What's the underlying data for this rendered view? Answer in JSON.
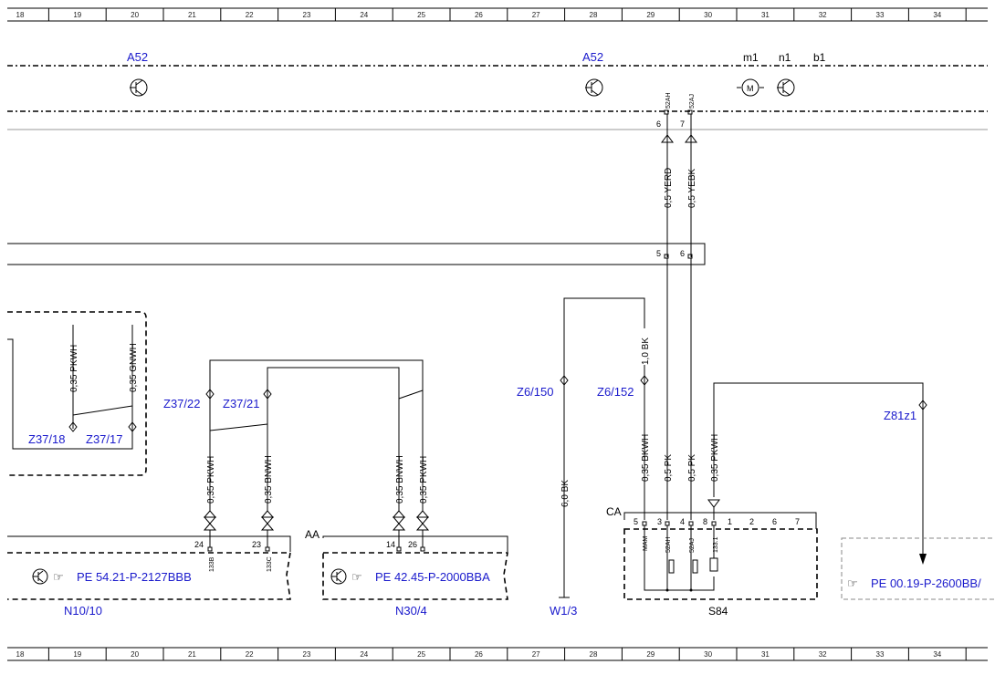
{
  "ruler": {
    "columns": [
      "18",
      "19",
      "20",
      "21",
      "22",
      "23",
      "24",
      "25",
      "26",
      "27",
      "28",
      "29",
      "30",
      "31",
      "32",
      "33",
      "34"
    ]
  },
  "top_bus": {
    "labels": {
      "a52_left": "A52",
      "a52_right": "A52",
      "m1": "m1",
      "n1": "n1",
      "b1": "b1"
    },
    "connector_codes": {
      "left": "52AH",
      "right": "52AJ"
    },
    "pins": {
      "left": "6",
      "right": "7"
    }
  },
  "wires": {
    "yerd": "0,5 YERD",
    "yebk": "0,5 YEBK",
    "pkwh_a": "0,35 PKWH",
    "gnwh": "0,35 GNWH",
    "pkwh_b": "0,35 PKWH",
    "bnwh_a": "0,35 BNWH",
    "bnwh_b": "0,35 BNWH",
    "pkwh_c": "0,35 PKWH",
    "bk_6": "6,0 BK",
    "bk_1": "1,0 BK",
    "bkwh": "0,35 BKWH",
    "pk_a": "0,5 PK",
    "pk_b": "0,5 PK",
    "pkwh_d": "0,35 PKWH"
  },
  "bar": {
    "pins": {
      "left": "5",
      "right": "6"
    }
  },
  "splices": {
    "z37_18": "Z37/18",
    "z37_17": "Z37/17",
    "z37_22": "Z37/22",
    "z37_21": "Z37/21",
    "z6_150": "Z6/150",
    "z6_152": "Z6/152",
    "z81z1": "Z81z1"
  },
  "components": {
    "n10_10": {
      "name": "N10/10",
      "ref": "PE 54.21-P-2127BBB",
      "pins": [
        "24",
        "23"
      ],
      "codes": [
        "133B",
        "133C"
      ]
    },
    "n30_4": {
      "name": "N30/4",
      "ref": "PE 42.45-P-2000BBA",
      "pins": [
        "14",
        "26"
      ],
      "aa": "AA"
    },
    "w1_3": {
      "name": "W1/3"
    },
    "s84": {
      "name": "S84",
      "ca": "CA",
      "pins": [
        "5",
        "3",
        "4",
        "8",
        "1",
        "2",
        "6",
        "7"
      ],
      "codes": [
        "MAM",
        "52AH",
        "52AJ",
        "133.1"
      ]
    },
    "pe_right": {
      "ref": "PE 00.19-P-2600BB/"
    }
  }
}
